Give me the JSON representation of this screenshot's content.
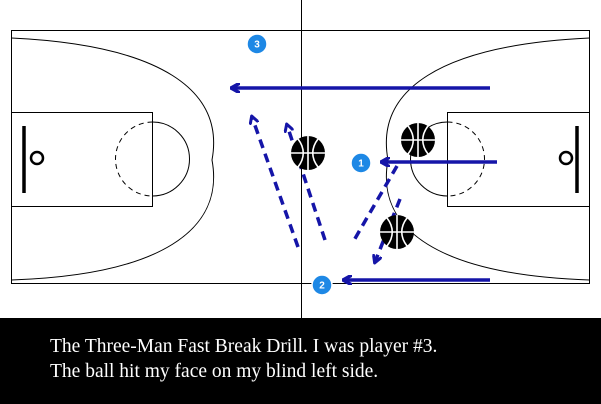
{
  "caption": {
    "line1": "The Three-Man Fast Break Drill.  I was player #3.",
    "line2": "The ball hit my face on my blind left side."
  },
  "players": [
    {
      "label": "3"
    },
    {
      "label": "1"
    },
    {
      "label": "2"
    }
  ],
  "colors": {
    "court_lines": "#000000",
    "player_badge": "#1e88e5",
    "arrow": "#1515a8",
    "ball": "#000000",
    "caption_bg": "#000000",
    "caption_text": "#ffffff"
  },
  "icons": {
    "ball": "basketball-icon",
    "hoop": "basket-hoop-icon"
  }
}
